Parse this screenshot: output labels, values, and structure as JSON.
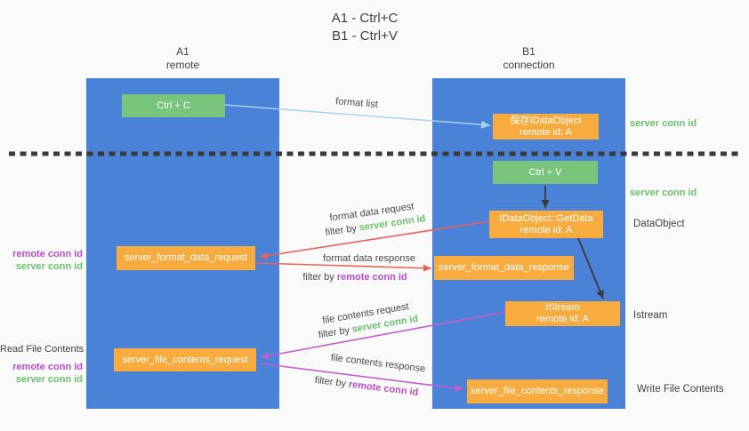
{
  "title": {
    "line1": "A1 - Ctrl+C",
    "line2": "B1 - Ctrl+V"
  },
  "columns": {
    "left": {
      "id": "A1",
      "role": "remote"
    },
    "right": {
      "id": "B1",
      "role": "connection"
    }
  },
  "nodes": {
    "ctrl_c": "Ctrl + C",
    "ctrl_v": "Ctrl + V",
    "save_obj": {
      "line1": "保存IDataObject",
      "line2": "remote id: A"
    },
    "getdata": {
      "line1": "IDataObject::GetData",
      "line2": "remote id: A"
    },
    "istream": {
      "line1": "IStream",
      "line2": "remote id: A"
    },
    "format_request": "server_format_data_request",
    "format_response": "server_format_data_response",
    "file_request": "server_file_contents_request",
    "file_response": "server_file_contents_response"
  },
  "labels": {
    "format_list": "format list",
    "format_data_request": "format data request",
    "format_data_response": "format data response",
    "file_contents_request": "file contents request",
    "file_contents_response": "file contents response",
    "filter_by": "filter by",
    "server_conn_id": "server conn id",
    "remote_conn_id": "remote conn id",
    "read_file_contents": "Read File Contents",
    "write_file_contents": "Write File Contents",
    "dataobject": "DataObject",
    "istream": "Istream"
  },
  "edges": [
    {
      "from": "ctrl-c",
      "to": "save-idataobject",
      "label": "format list",
      "color": "blue"
    },
    {
      "from": "ctrl-v",
      "to": "idataobject-getdata",
      "color": "black"
    },
    {
      "from": "idataobject-getdata",
      "to": "server-format-data-request",
      "label": "format data request, filter by server conn id",
      "color": "red"
    },
    {
      "from": "server-format-data-request",
      "to": "server-format-data-response",
      "label": "format data response, filter by remote conn id",
      "color": "red"
    },
    {
      "from": "idataobject-getdata",
      "to": "istream",
      "color": "black"
    },
    {
      "from": "istream",
      "to": "server-file-contents-request",
      "label": "file contents request, filter by server conn id",
      "color": "magenta"
    },
    {
      "from": "server-file-contents-request",
      "to": "server-file-contents-response",
      "label": "file contents response, filter by remote conn id",
      "color": "magenta"
    }
  ],
  "colors": {
    "background": "#fafafa",
    "lane_blue": "#4a82d8",
    "node_green": "#79c57e",
    "node_orange": "#f8ac40",
    "text_dark": "#3f3f3f",
    "green_id": "#6cbf6e",
    "purple_id": "#b44fc8",
    "arrow_blue": "#a9d3f2",
    "arrow_red": "#e8625c",
    "arrow_magenta": "#c05fc8",
    "arrow_black": "#3a3a3a"
  }
}
